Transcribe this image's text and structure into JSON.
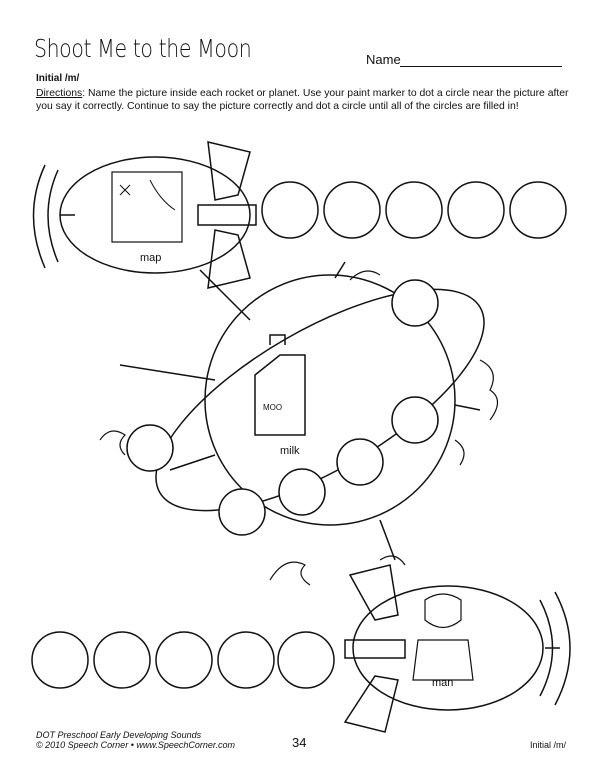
{
  "title": "Shoot Me to the Moon",
  "name_label": "Name",
  "subtitle": "Initial /m/",
  "directions": {
    "label": "Directions",
    "text": ":  Name the picture inside each rocket or planet.  Use your paint marker to dot a circle near the picture after you say it correctly.  Continue to say the picture correctly and dot a circle until all of the circles are filled in!"
  },
  "pictures": {
    "top_rocket": "map",
    "planet": "milk",
    "bottom_rocket": "man",
    "milk_jug_text": "MOO"
  },
  "footer": {
    "line1": "DOT Preschool Early Developing Sounds",
    "line2": "© 2010 Speech Corner • www.SpeechCorner.com",
    "page": "34",
    "right": "Initial /m/"
  }
}
